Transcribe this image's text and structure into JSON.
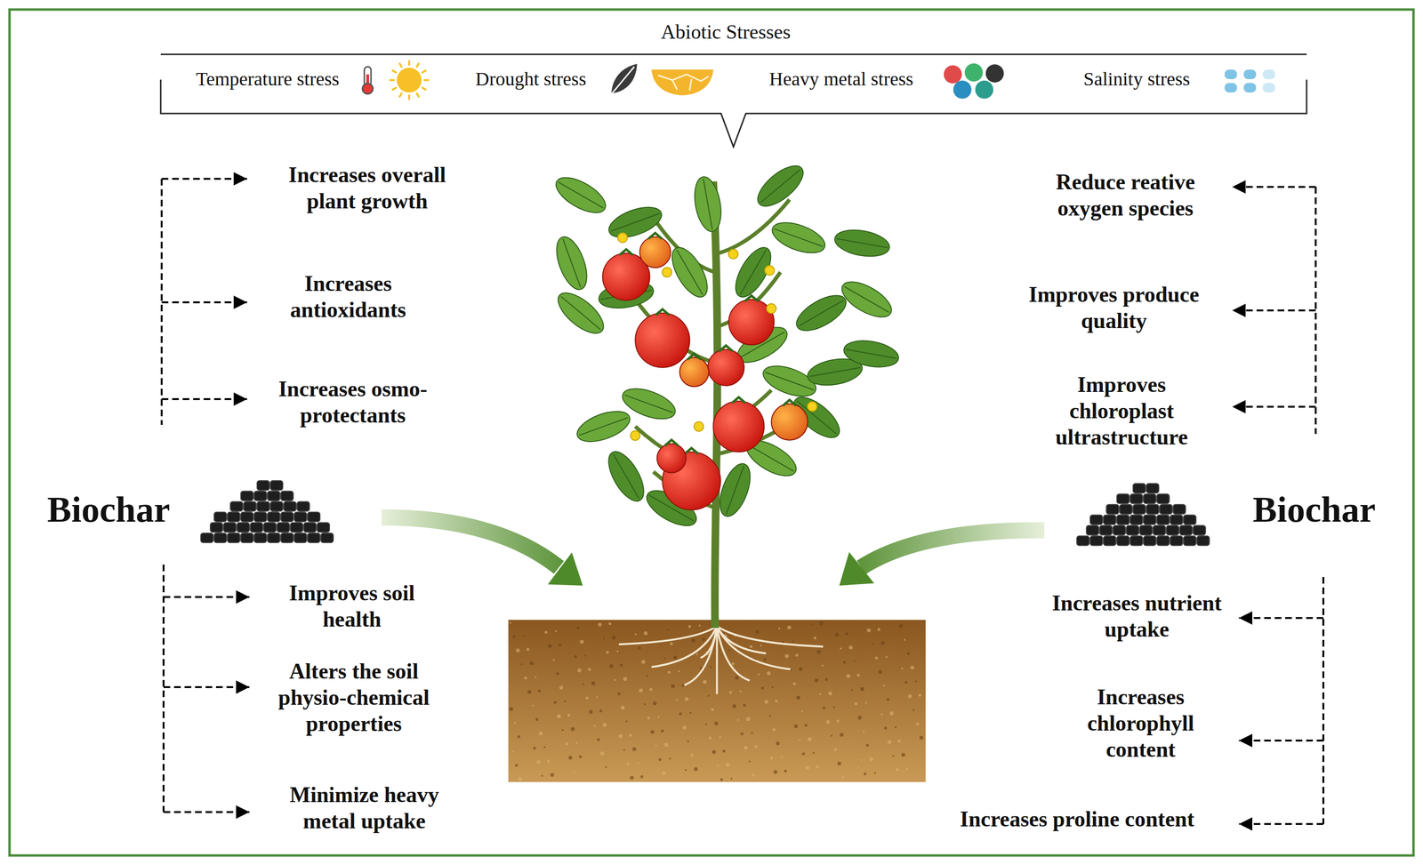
{
  "diagram": {
    "title": "Abiotic Stresses",
    "labels": [
      "Temperature stress",
      "Drought stress",
      "Heavy metal stress",
      "Salinity stress",
      "Increases overall plant growth",
      "Increases antioxidants",
      "Increases osmo-protectants",
      "Reduce reative oxygen species",
      "Improves produce quality",
      "Improves chloroplast ultrastructure",
      "Biochar",
      "Biochar",
      "Improves soil health",
      "Alters the soil physio-chemical properties",
      "Minimize heavy metal uptake",
      "Increases nutrient uptake",
      "Increases chlorophyll content",
      "Increases proline content"
    ]
  }
}
